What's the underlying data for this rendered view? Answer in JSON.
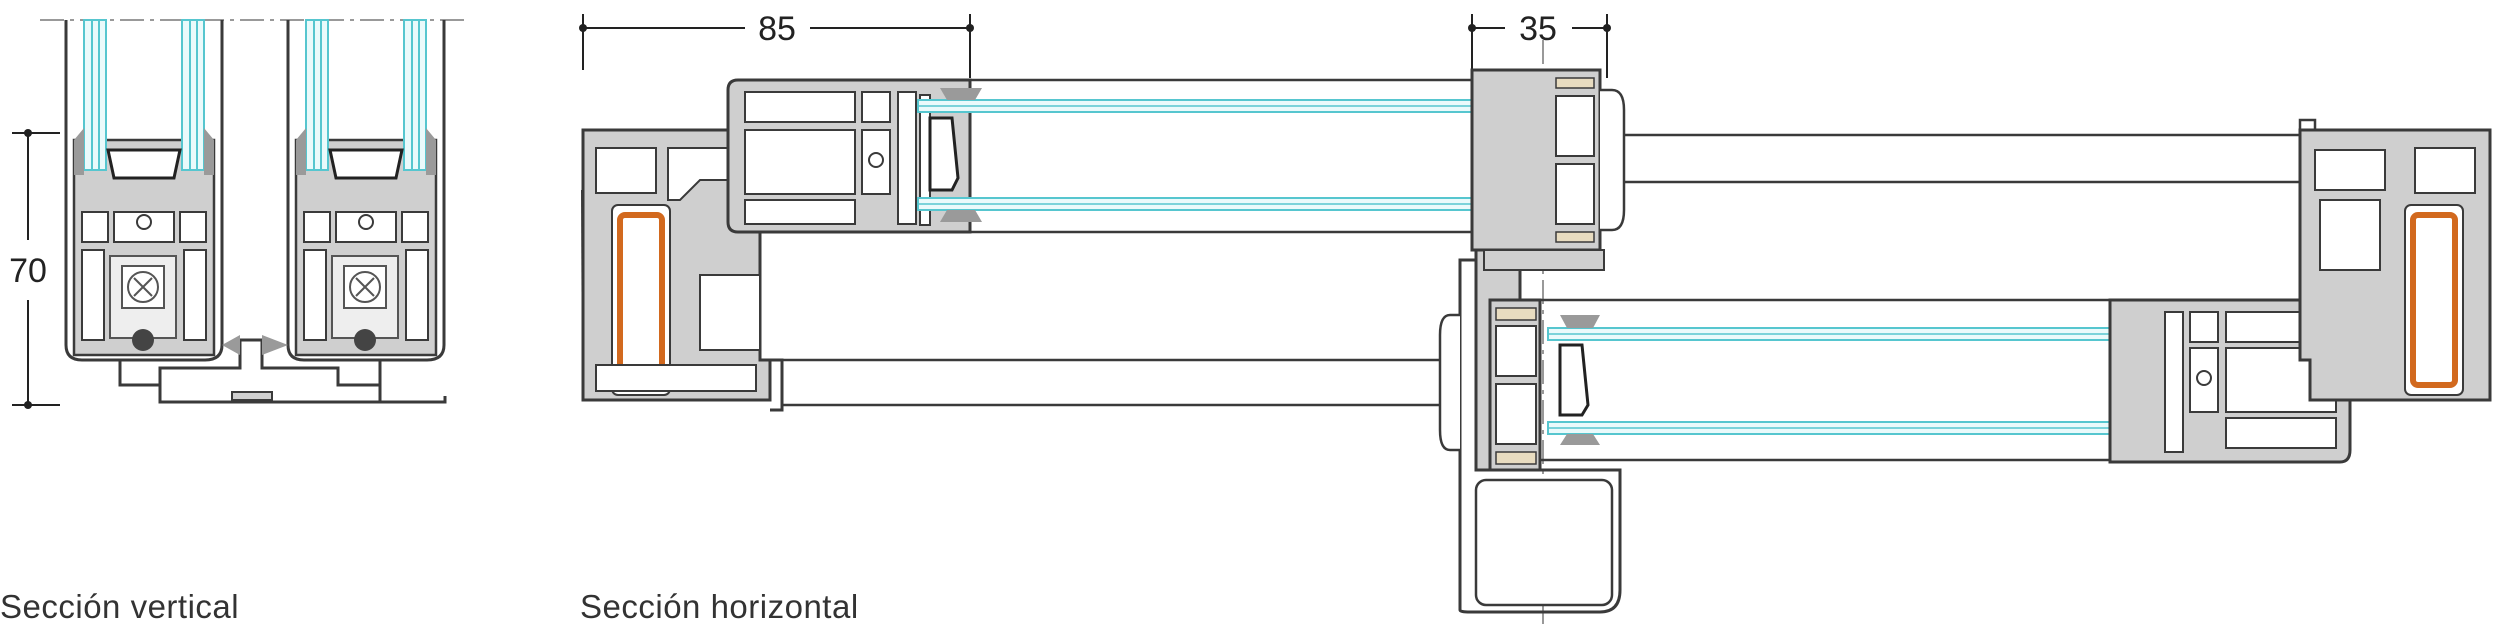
{
  "captions": {
    "vertical": "Sección vertical",
    "horizontal": "Sección horizontal"
  },
  "dimensions": {
    "height_vertical": "70",
    "width_frame": "85",
    "width_overlap": "35"
  },
  "colors": {
    "profile_gray": "#c8c8c8",
    "profile_stroke": "#3a3a3a",
    "glass": "#56c6cf",
    "reinforcement": "#d2691e",
    "gasket": "#9a9a9a",
    "brush_seal": "#e8dcc0"
  }
}
